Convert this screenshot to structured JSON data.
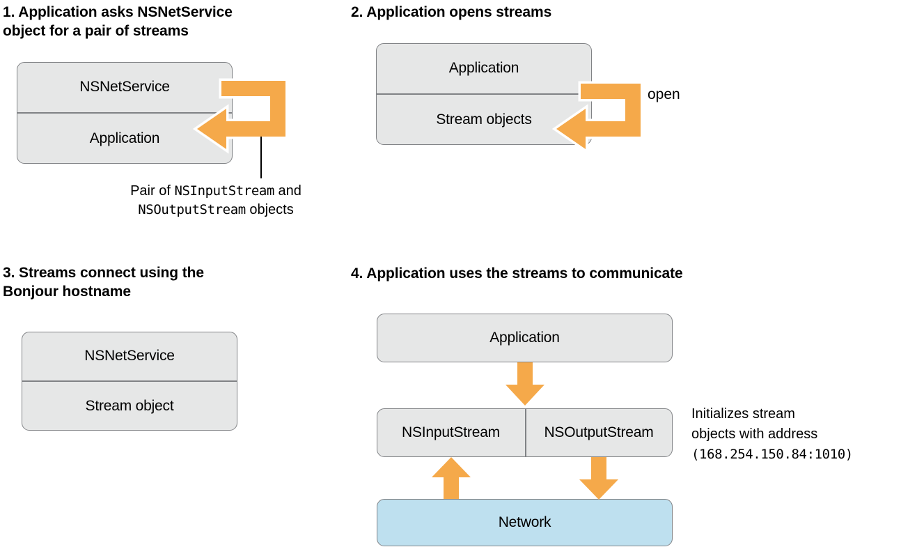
{
  "panels": [
    {
      "id": "panel-1",
      "heading": "1. Application asks NSNetService\nobject for a pair of streams",
      "box": {
        "rows": [
          {
            "label": "NSNetService"
          },
          {
            "label": "Application"
          }
        ]
      },
      "caption": {
        "line1_pre": "Pair of ",
        "line1_mono": "NSInputStream",
        "line1_post": " and",
        "line2_mono": "NSOutputStream",
        "line2_post": " objects"
      },
      "arrow": {
        "kind": "hook-left-arrow",
        "label": ""
      }
    },
    {
      "id": "panel-2",
      "heading": "2. Application opens streams",
      "box": {
        "rows": [
          {
            "label": "Application"
          },
          {
            "label": "Stream objects"
          }
        ]
      },
      "arrow": {
        "kind": "hook-left-arrow",
        "label": "open"
      }
    },
    {
      "id": "panel-3",
      "heading": "3. Streams connect using the\nBonjour hostname",
      "box": {
        "rows": [
          {
            "label": "NSNetService"
          },
          {
            "label": "Stream object"
          }
        ]
      }
    },
    {
      "id": "panel-4",
      "heading": "4. Application uses the streams to communicate",
      "boxes": {
        "application": "Application",
        "input_stream": "NSInputStream",
        "output_stream": "NSOutputStream",
        "network": "Network"
      },
      "annotation": {
        "line1": "Initializes stream",
        "line2": "objects with address",
        "line3_mono": "(168.254.150.84:1010)"
      },
      "arrows": [
        {
          "name": "app-to-streams",
          "direction": "down"
        },
        {
          "name": "network-to-input",
          "direction": "up"
        },
        {
          "name": "output-to-network",
          "direction": "down"
        }
      ]
    }
  ],
  "colors": {
    "accent_orange": "#F5A94A",
    "box_grey": "#E6E7E7",
    "box_blue": "#BEE0EF",
    "border_grey": "#808285",
    "text": "#000000",
    "arrow_outline": "#FFFFFF"
  }
}
